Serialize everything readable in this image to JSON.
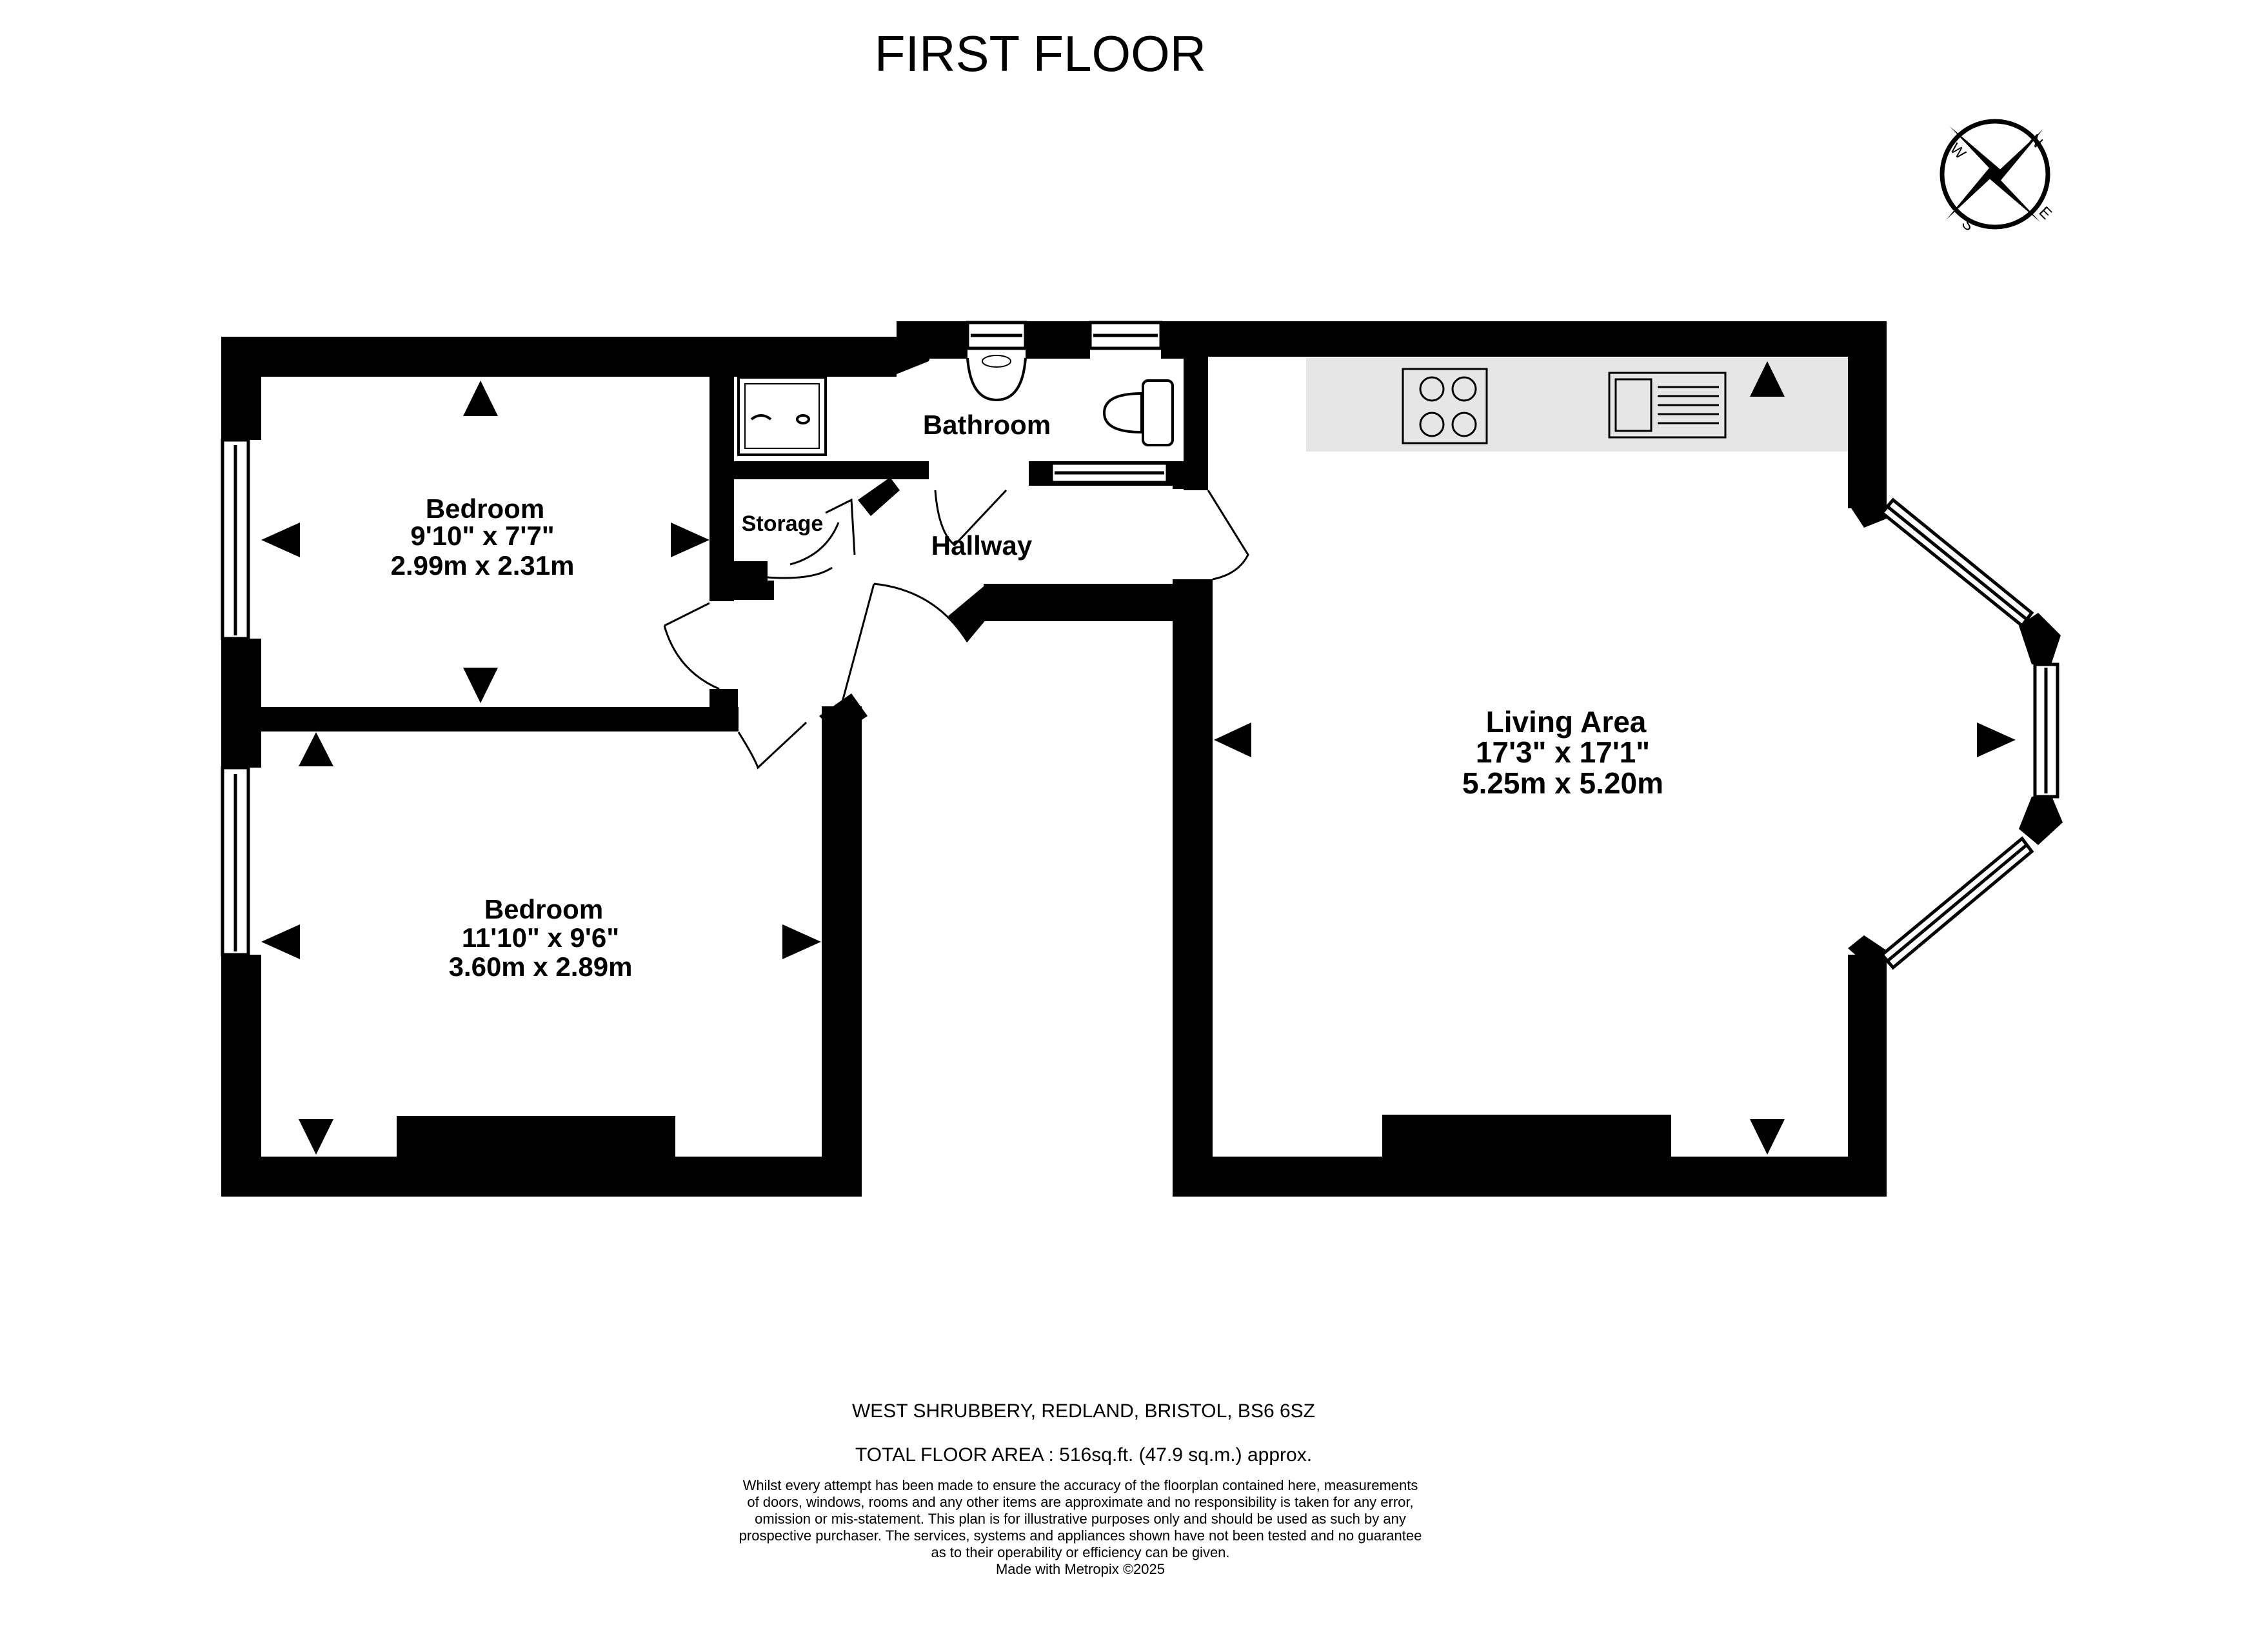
{
  "title": "FIRST FLOOR",
  "compass": {
    "n": "N",
    "e": "E",
    "s": "S",
    "w": "W"
  },
  "rooms": {
    "bedroom1": {
      "name": "Bedroom",
      "imperial": "9'10\"  x 7'7\"",
      "metric": "2.99m  x 2.31m"
    },
    "bedroom2": {
      "name": "Bedroom",
      "imperial": "11'10\"  x 9'6\"",
      "metric": "3.60m  x 2.89m"
    },
    "living": {
      "name": "Living Area",
      "imperial": "17'3\"  x 17'1\"",
      "metric": "5.25m  x 5.20m"
    },
    "bathroom": {
      "name": "Bathroom"
    },
    "storage": {
      "name": "Storage"
    },
    "hallway": {
      "name": "Hallway"
    }
  },
  "footer": {
    "address": "WEST SHRUBBERY, REDLAND, BRISTOL, BS6 6SZ",
    "area": "TOTAL FLOOR AREA : 516sq.ft. (47.9 sq.m.) approx.",
    "disclaimer": [
      "Whilst every attempt has been made to ensure the accuracy of the floorplan contained here, measurements",
      "of doors, windows, rooms and any other items are approximate and no responsibility is taken for any error,",
      "omission or mis-statement. This plan is for illustrative purposes only and should be used as such by any",
      "prospective purchaser. The services, systems and appliances shown have not been tested and no guarantee",
      "as to their operability or efficiency can be given."
    ],
    "credit": "Made with Metropix ©2025"
  },
  "colors": {
    "wall": "#000000",
    "counter": "#e6e6e6",
    "window": "#ffffff",
    "background": "#ffffff"
  }
}
